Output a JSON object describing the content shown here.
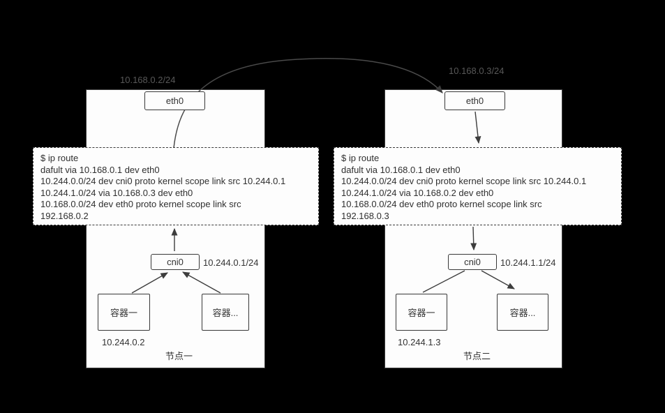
{
  "diagram_title": "kubernetes cross-node pod network routing diagram",
  "colors": {
    "background": "#000000",
    "box_fill": "#fdfdfd",
    "box_border": "#3a3a3a",
    "line": "#3d3d3d",
    "text": "#333333",
    "muted_label": "#585858"
  },
  "nodes": [
    {
      "ip_label": "10.168.0.2/24",
      "eth_label": "eth0",
      "route": [
        "$ ip route",
        "dafult via 10.168.0.1 dev eth0",
        "10.244.0.0/24 dev cni0 proto kernel scope link src 10.244.0.1",
        "10.244.1.0/24 via 10.168.0.3 dev eth0",
        "10.168.0.0/24 dev eth0 proto kernel scope link src",
        "192.168.0.2"
      ],
      "cni_label": "cni0",
      "cni_ip": "10.244.0.1/24",
      "containers": [
        "容器一",
        "容器..."
      ],
      "container_ip": "10.244.0.2",
      "node_label": "节点一"
    },
    {
      "ip_label": "10.168.0.3/24",
      "eth_label": "eth0",
      "route": [
        "$ ip route",
        "dafult via 10.168.0.1 dev eth0",
        "10.244.0.0/24 dev cni0 proto kernel scope link src 10.244.0.1",
        "10.244.1.0/24 via 10.168.0.2 dev eth0",
        "10.168.0.0/24 dev eth0 proto kernel scope link src",
        "192.168.0.3"
      ],
      "cni_label": "cni0",
      "cni_ip": "10.244.1.1/24",
      "containers": [
        "容器一",
        "容器..."
      ],
      "container_ip": "10.244.1.3",
      "node_label": "节点二"
    }
  ]
}
